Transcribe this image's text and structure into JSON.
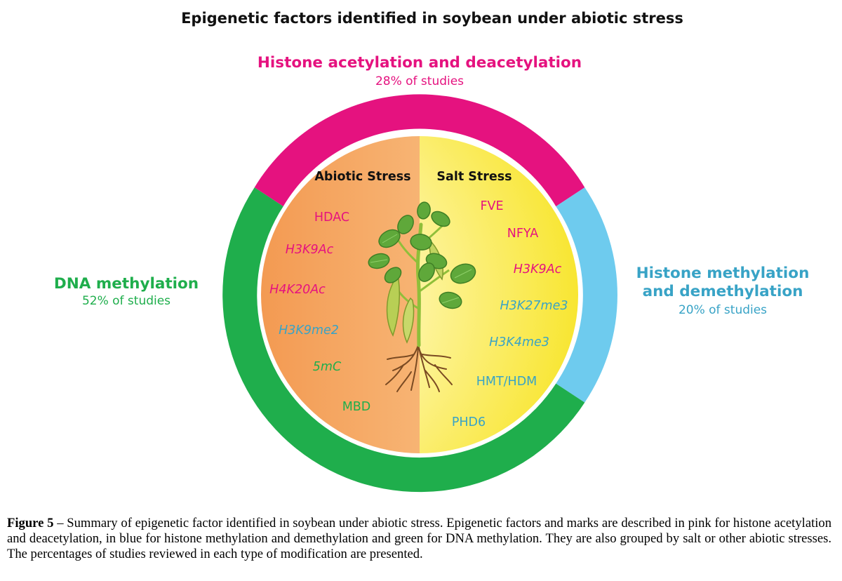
{
  "title": "Epigenetic factors identified in soybean under abiotic stress",
  "colors": {
    "pink": "#e5127f",
    "green": "#1fae4c",
    "blue": "#69c7ea",
    "blue_text": "#38a3c6",
    "orange": "#f5a45c",
    "yellow": "#fbec2d"
  },
  "categories": {
    "acetylation": {
      "title": "Histone acetylation and deacetylation",
      "percent": "28% of studies"
    },
    "dna": {
      "title": "DNA methylation",
      "percent": "52% of studies"
    },
    "methylation": {
      "title_line1": "Histone methylation",
      "title_line2": "and demethylation",
      "percent": "20% of studies"
    }
  },
  "panels": {
    "abiotic": {
      "title": "Abiotic Stress",
      "items": [
        {
          "text": "HDAC",
          "group": "pink",
          "italic": false
        },
        {
          "text": "H3K9Ac",
          "group": "pink",
          "italic": true
        },
        {
          "text": "H4K20Ac",
          "group": "pink",
          "italic": true
        },
        {
          "text": "H3K9me2",
          "group": "blue",
          "italic": true
        },
        {
          "text": "5mC",
          "group": "green",
          "italic": true
        },
        {
          "text": "MBD",
          "group": "green",
          "italic": false
        }
      ]
    },
    "salt": {
      "title": "Salt Stress",
      "items": [
        {
          "text": "FVE",
          "group": "pink",
          "italic": false
        },
        {
          "text": "NFYA",
          "group": "pink",
          "italic": false
        },
        {
          "text": "H3K9Ac",
          "group": "pink",
          "italic": true
        },
        {
          "text": "H3K27me3",
          "group": "blue",
          "italic": true
        },
        {
          "text": "H3K4me3",
          "group": "blue",
          "italic": true
        },
        {
          "text": "HMT/HDM",
          "group": "blue",
          "italic": false
        },
        {
          "text": "PHD6",
          "group": "blue",
          "italic": false
        }
      ]
    }
  },
  "caption": {
    "label": "Figure 5",
    "text": " – Summary of epigenetic factor identified in soybean under abiotic stress. Epigenetic factors and marks are described in pink for histone acetylation and deacetylation, in blue for histone methylation and demethylation and green for DNA methylation. They are also grouped by salt or other abiotic stresses. The percentages of studies reviewed in each type of modification are presented."
  }
}
